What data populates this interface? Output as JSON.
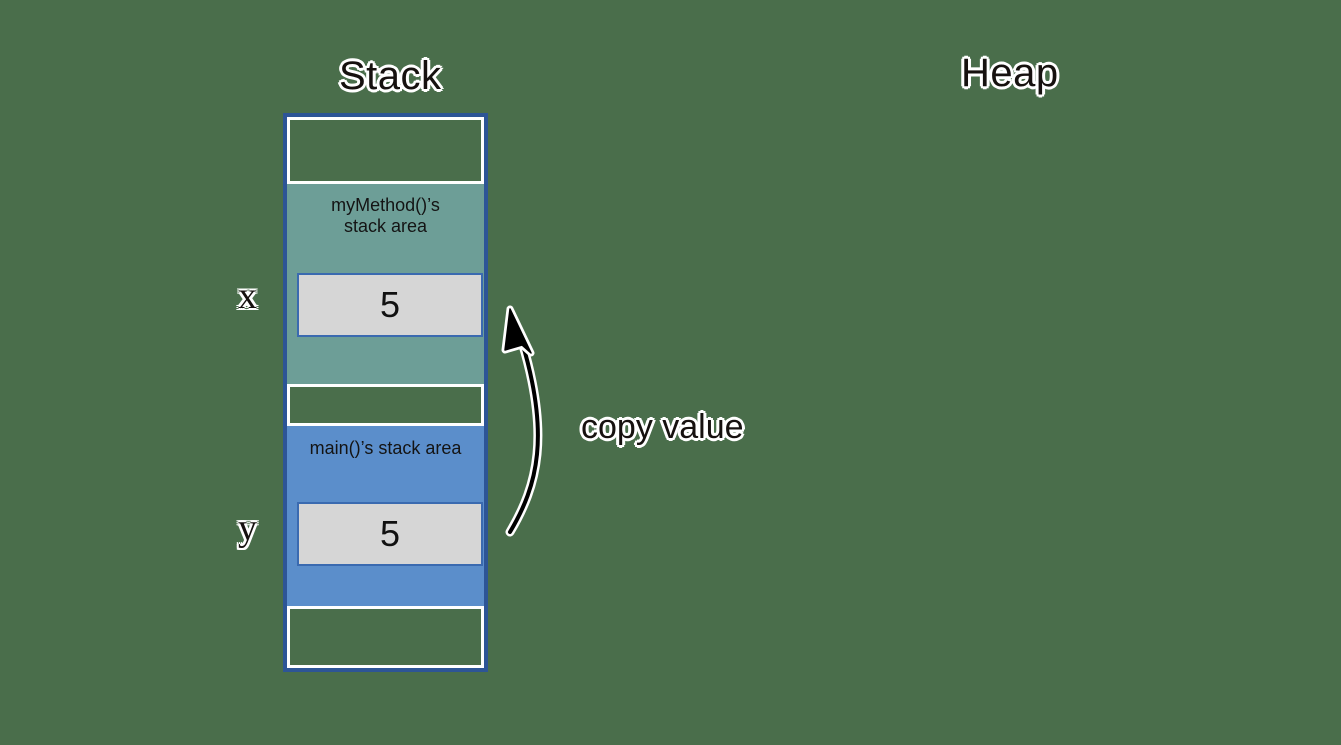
{
  "diagram": {
    "title_stack": "Stack",
    "title_heap": "Heap",
    "background_color": "#4a6e4b"
  },
  "stack": {
    "border_color": "#2d5596",
    "gap_cells": [
      {
        "name": "gap-top",
        "label": ""
      },
      {
        "name": "gap-middle",
        "label": ""
      },
      {
        "name": "gap-bottom",
        "label": ""
      }
    ],
    "frames": [
      {
        "id": "mymethod",
        "label": "myMethod()’s\nstack area",
        "color": "#6d9e97",
        "variable_label": "x",
        "variable_value": "5"
      },
      {
        "id": "main",
        "label": "main()’s stack area",
        "color": "#5b8ecb",
        "variable_label": "y",
        "variable_value": "5"
      }
    ],
    "value_box_color": "#d6d6d6",
    "value_box_border_color": "#3a6ab0"
  },
  "annotation": {
    "arrow_label": "copy value",
    "arrow_name": "copy-value-arrow",
    "arrow_color": "#000000",
    "arrow_direction": "from main()'s y box up to myMethod()'s x box"
  },
  "heap": {
    "contents": []
  }
}
